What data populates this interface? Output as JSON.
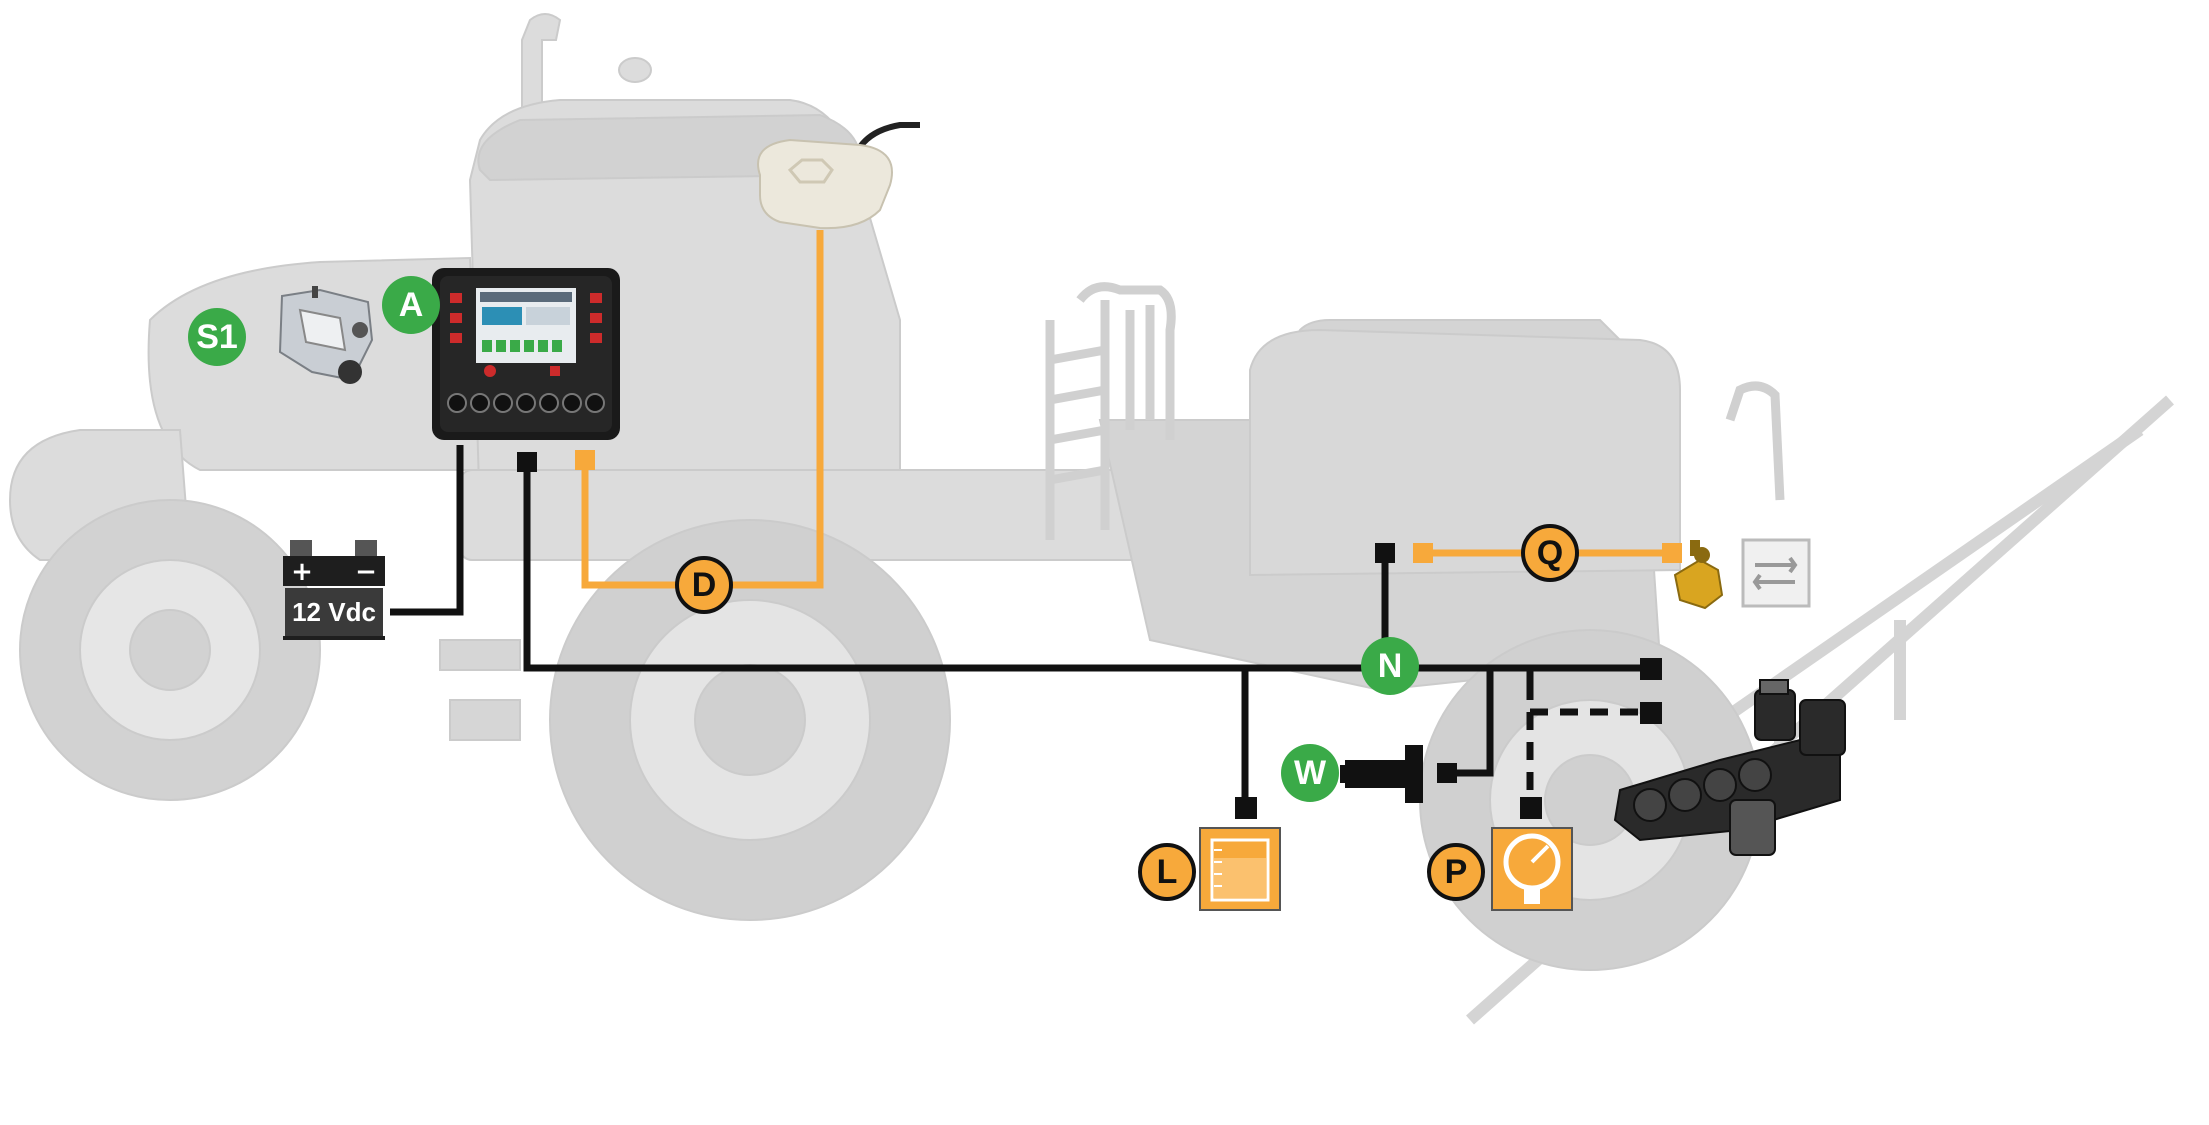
{
  "colors": {
    "green": "#3aaa48",
    "orange": "#f7a93b",
    "black_line": "#111111",
    "vehicle_gray": "#dcdcdc",
    "vehicle_edge": "#c6c6c6"
  },
  "badges": {
    "S1": "S1",
    "A": "A",
    "D": "D",
    "N": "N",
    "Q": "Q",
    "W": "W",
    "L": "L",
    "P": "P"
  },
  "battery": {
    "label": "12 Vdc",
    "plus": "+",
    "minus": "−"
  },
  "icons": {
    "computer": "control-computer-icon",
    "gps": "gps-antenna-icon",
    "sensor": "speed-sensor-icon",
    "tank": "tank-level-icon",
    "pressure": "pressure-gauge-icon",
    "valve": "regulation-valve-icon",
    "flowmeter": "flowmeter-icon",
    "control_unit": "section-valves-icon"
  }
}
